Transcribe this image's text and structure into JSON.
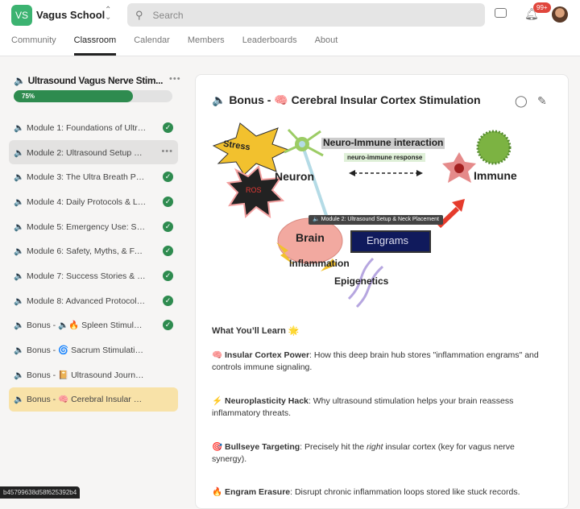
{
  "header": {
    "logo": "VS",
    "brand": "Vagus School",
    "search_placeholder": "Search",
    "notif_count": "99+"
  },
  "tabs": [
    "Community",
    "Classroom",
    "Calendar",
    "Members",
    "Leaderboards",
    "About"
  ],
  "course": {
    "title": "🔈 Ultrasound Vagus Nerve Stim...",
    "progress_label": "75%",
    "progress": 75
  },
  "items": [
    {
      "label": "🔈 Module 1: Foundations of Ultras...",
      "done": true
    },
    {
      "label": "🔈 Module 2: Ultrasound Setup & Ne...",
      "done": false
    },
    {
      "label": "🔈 Module 3: The Ultra Breath Proto...",
      "done": true
    },
    {
      "label": "🔈 Module 4: Daily Protocols & Lifes...",
      "done": true
    },
    {
      "label": "🔈 Module 5: Emergency Use: Splee...",
      "done": true
    },
    {
      "label": "🔈 Module 6: Safety, Myths, & FAQs",
      "done": true
    },
    {
      "label": "🔈 Module 7: Success Stories & Use...",
      "done": true
    },
    {
      "label": "🔈 Module 8: Advanced Protocols & ...",
      "done": true
    },
    {
      "label": "🔈 Bonus - 🔈🔥 Spleen Stimulation...",
      "done": true
    },
    {
      "label": "🔈 Bonus - 🌀 Sacrum Stimulation With U...",
      "done": false
    },
    {
      "label": "🔈 Bonus - 📔 Ultrasound Journaling Prot...",
      "done": false
    },
    {
      "label": "🔈 Bonus - 🧠 Cerebral Insular Cortex Sti...",
      "done": false
    }
  ],
  "lesson": {
    "title": "🔈 Bonus - 🧠 Cerebral Insular Cortex Stimulation"
  },
  "diagram": {
    "stress": "Stress",
    "ros": "ROS",
    "neuron": "Neuron",
    "interaction": "Neuro-Immune interaction",
    "response": "neuro-immune response",
    "immune": "Immune",
    "brain": "Brain",
    "engrams": "Engrams",
    "inflammation": "Inflammation",
    "epigenetics": "Epigenetics",
    "tooltip": "🔈 Module 2: Ultrasound Setup & Neck Placement"
  },
  "learn": {
    "heading": "What You’ll Learn 🌟",
    "points": [
      {
        "emoji": "🧠",
        "title": "Insular Cortex Power",
        "text": ": How this deep brain hub stores \"inflammation engrams\" and controls immune signaling."
      },
      {
        "emoji": "⚡",
        "title": "Neuroplasticity Hack",
        "text": ": Why ultrasound stimulation helps your brain reassess inflammatory threats."
      },
      {
        "emoji": "🎯",
        "title": "Bullseye Targeting",
        "pre": ": Precisely hit the ",
        "em": "right",
        "text": " insular cortex (key for vagus nerve synergy)."
      },
      {
        "emoji": "🔥",
        "title": "Engram Erasure",
        "text": ": Disrupt chronic inflammation loops stored like stuck records."
      }
    ]
  },
  "status_url": "b45799638d58f625392b4"
}
